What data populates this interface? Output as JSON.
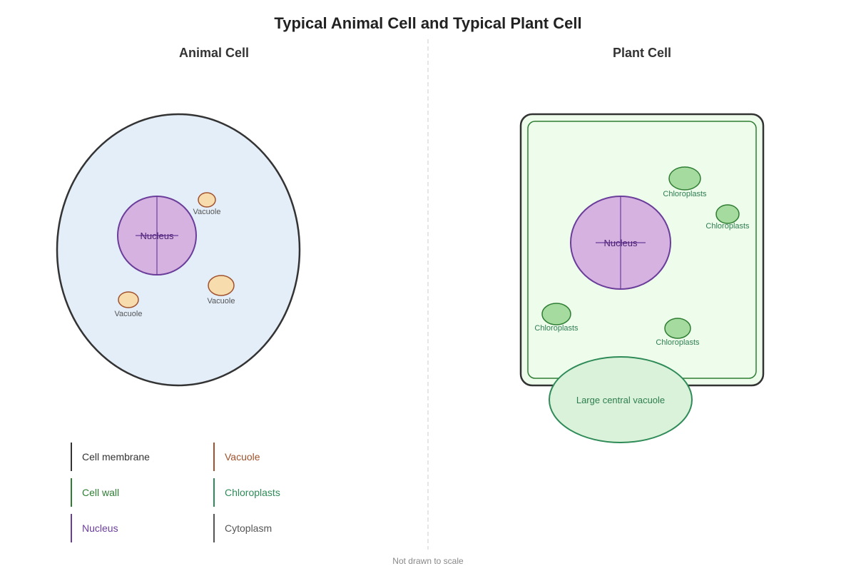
{
  "title": "Typical Animal Cell and Typical Plant Cell",
  "footnote": "Not drawn to scale",
  "animal": {
    "heading": "Animal Cell",
    "nucleus_label": "Nucleus",
    "vacuole_label": "Vacuole"
  },
  "plant": {
    "heading": "Plant Cell",
    "nucleus_label": "Nucleus",
    "chloroplast_label": "Chloroplasts",
    "central_vacuole_label": "Large central vacuole"
  },
  "legend": [
    {
      "label": "Cell membrane",
      "color": "#333333"
    },
    {
      "label": "Vacuole",
      "color": "#a0522d"
    },
    {
      "label": "Cell wall",
      "color": "#2e7d32"
    },
    {
      "label": "Chloroplasts",
      "color": "#2e8b57"
    },
    {
      "label": "Nucleus",
      "color": "#6a3d9a"
    },
    {
      "label": "Cytoplasm",
      "color": "#555555"
    }
  ],
  "colors": {
    "membrane": "#333333",
    "animal_cytoplasm": "#e4eef9",
    "plant_cytoplasm": "#eefcec",
    "nucleus_fill": "#d6b2e0",
    "nucleus_stroke": "#6a3d9a",
    "vacuole_fill": "#f7dcae",
    "vacuole_stroke": "#a0522d",
    "chloroplast_fill": "#a6dba0",
    "chloroplast_stroke": "#2e7d32",
    "central_vacuole_fill": "#d9f2d9"
  }
}
